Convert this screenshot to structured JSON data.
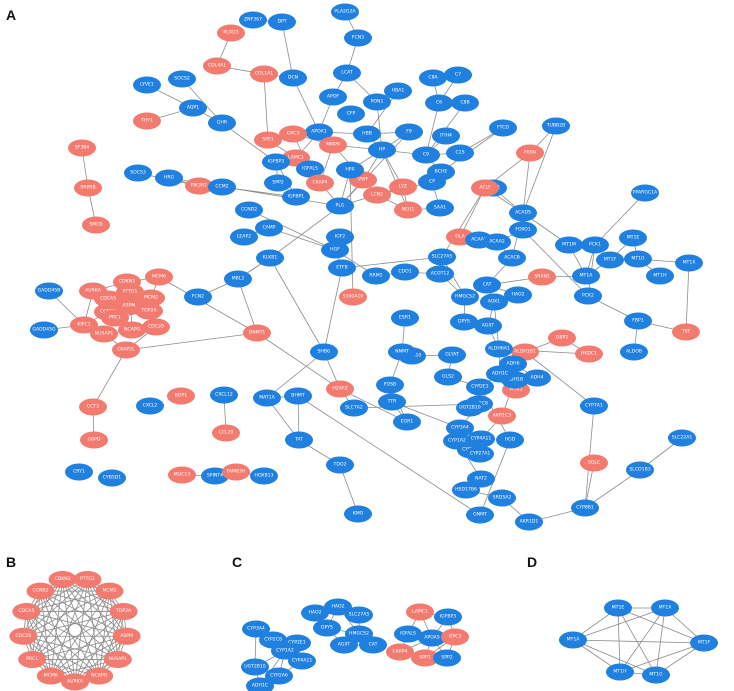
{
  "panels": [
    {
      "id": "A",
      "label": "A"
    },
    {
      "id": "B",
      "label": "B"
    },
    {
      "id": "C",
      "label": "C"
    },
    {
      "id": "D",
      "label": "D"
    }
  ],
  "colors": {
    "upregulated": "#f27a6f",
    "downregulated": "#1f80e0",
    "edge": "#8c8c8c",
    "background": "#ffffff"
  },
  "nodes": [
    {
      "id": "ZNF367",
      "label": "ZNF367",
      "color": "blue"
    },
    {
      "id": "PLOD3",
      "label": "PLOD3",
      "color": "red"
    },
    {
      "id": "DPT",
      "label": "DPT",
      "color": "blue"
    },
    {
      "id": "PLA2G2A",
      "label": "PLA2G2A",
      "color": "blue"
    },
    {
      "id": "COL4A1",
      "label": "COL4A1",
      "color": "red"
    },
    {
      "id": "COL1A1",
      "label": "COL1A1",
      "color": "red"
    },
    {
      "id": "DCN",
      "label": "DCN",
      "color": "blue"
    },
    {
      "id": "FCN3",
      "label": "FCN3",
      "color": "blue"
    },
    {
      "id": "LCAT",
      "label": "LCAT",
      "color": "blue"
    },
    {
      "id": "C8A",
      "label": "C8A",
      "color": "blue"
    },
    {
      "id": "C7",
      "label": "C7",
      "color": "blue"
    },
    {
      "id": "LYVE1",
      "label": "LYVE1",
      "color": "blue"
    },
    {
      "id": "SOCS2",
      "label": "SOCS2",
      "color": "blue"
    },
    {
      "id": "APOF",
      "label": "APOF",
      "color": "blue"
    },
    {
      "id": "CFP",
      "label": "CFP",
      "color": "blue"
    },
    {
      "id": "HBA1",
      "label": "HBA1",
      "color": "blue"
    },
    {
      "id": "PON1",
      "label": "PON1",
      "color": "blue"
    },
    {
      "id": "C6",
      "label": "C6",
      "color": "blue"
    },
    {
      "id": "C8B",
      "label": "C8B",
      "color": "blue"
    },
    {
      "id": "THY1",
      "label": "THY1",
      "color": "red"
    },
    {
      "id": "GHR",
      "label": "GHR",
      "color": "blue"
    },
    {
      "id": "AQP1",
      "label": "AQP1",
      "color": "blue"
    },
    {
      "id": "APOA1",
      "label": "APOA1",
      "color": "blue"
    },
    {
      "id": "HBB",
      "label": "HBB",
      "color": "blue"
    },
    {
      "id": "FTCD",
      "label": "FTCD",
      "color": "blue"
    },
    {
      "id": "ITIH4",
      "label": "ITIH4",
      "color": "blue"
    },
    {
      "id": "SPP1",
      "label": "SPP1",
      "color": "red"
    },
    {
      "id": "GPC3",
      "label": "GPC3",
      "color": "red"
    },
    {
      "id": "MMP9",
      "label": "MMP9",
      "color": "red"
    },
    {
      "id": "HP",
      "label": "HP",
      "color": "blue"
    },
    {
      "id": "F9",
      "label": "F9",
      "color": "blue"
    },
    {
      "id": "TUBB2B",
      "label": "TUBB2B",
      "color": "blue"
    },
    {
      "id": "LAMC1",
      "label": "LAMC1",
      "color": "red"
    },
    {
      "id": "IGFBP3",
      "label": "IGFBP3",
      "color": "blue"
    },
    {
      "id": "IGFALS",
      "label": "IGFALS",
      "color": "blue"
    },
    {
      "id": "C9",
      "label": "C9",
      "color": "blue"
    },
    {
      "id": "C1S",
      "label": "C1S",
      "color": "blue"
    },
    {
      "id": "BCHE",
      "label": "BCHE",
      "color": "blue"
    },
    {
      "id": "FASN",
      "label": "FASN",
      "color": "red"
    },
    {
      "id": "SF3B4",
      "label": "SF3B4",
      "color": "red"
    },
    {
      "id": "HRG",
      "label": "HRG",
      "color": "blue"
    },
    {
      "id": "SOCS3",
      "label": "SOCS3",
      "color": "blue"
    },
    {
      "id": "PIK3R2",
      "label": "PIK3R2",
      "color": "red"
    },
    {
      "id": "VWF",
      "label": "VWF",
      "color": "red"
    },
    {
      "id": "HPX",
      "label": "HPX",
      "color": "blue"
    },
    {
      "id": "CKAP4",
      "label": "CKAP4",
      "color": "red"
    },
    {
      "id": "SPP2",
      "label": "SPP2",
      "color": "blue"
    },
    {
      "id": "IGFBP1",
      "label": "IGFBP1",
      "color": "blue"
    },
    {
      "id": "CCM2",
      "label": "CCM2",
      "color": "blue"
    },
    {
      "id": "LYZ",
      "label": "LYZ",
      "color": "red"
    },
    {
      "id": "NEU1",
      "label": "NEU1",
      "color": "red"
    },
    {
      "id": "LCN2",
      "label": "LCN2",
      "color": "red"
    },
    {
      "id": "CP",
      "label": "CP",
      "color": "blue"
    },
    {
      "id": "SAA1",
      "label": "SAA1",
      "color": "blue"
    },
    {
      "id": "ACSL1",
      "label": "ACSL1",
      "color": "blue"
    },
    {
      "id": "ACADS",
      "label": "ACADS",
      "color": "blue"
    },
    {
      "id": "SRPRB",
      "label": "SRPRB",
      "color": "red"
    },
    {
      "id": "PLG",
      "label": "PLG",
      "color": "blue"
    },
    {
      "id": "GLA",
      "label": "GLA",
      "color": "red"
    },
    {
      "id": "ACLY",
      "label": "ACLY",
      "color": "red"
    },
    {
      "id": "SLC27A5",
      "label": "SLC27A5",
      "color": "blue"
    },
    {
      "id": "CCND2",
      "label": "CCND2",
      "color": "blue"
    },
    {
      "id": "SMG5",
      "label": "SMG5",
      "color": "red"
    },
    {
      "id": "CDKN3",
      "label": "CDKN3",
      "color": "red"
    },
    {
      "id": "MCM6",
      "label": "MCM6",
      "color": "red"
    },
    {
      "id": "AURKA",
      "label": "AURKA",
      "color": "red"
    },
    {
      "id": "PTTG1",
      "label": "PTTG1",
      "color": "red"
    },
    {
      "id": "MCM2",
      "label": "MCM2",
      "color": "red"
    },
    {
      "id": "CDCA5",
      "label": "CDCA5",
      "color": "red"
    },
    {
      "id": "ASPM",
      "label": "ASPM",
      "color": "red"
    },
    {
      "id": "TOP2A",
      "label": "TOP2A",
      "color": "red"
    },
    {
      "id": "CCNB2",
      "label": "CCNB2",
      "color": "red"
    },
    {
      "id": "KIFC1",
      "label": "KIFC1",
      "color": "red"
    },
    {
      "id": "NCAPG",
      "label": "NCAPG",
      "color": "red"
    },
    {
      "id": "CDC20",
      "label": "CDC20",
      "color": "red"
    },
    {
      "id": "NUSAP1",
      "label": "NUSAP1",
      "color": "red"
    },
    {
      "id": "CKAP2L",
      "label": "CKAP2L",
      "color": "red"
    },
    {
      "id": "PRC1",
      "label": "PRC1",
      "color": "red"
    },
    {
      "id": "GADD45B",
      "label": "GADD45B",
      "color": "blue"
    },
    {
      "id": "GADD45G",
      "label": "GADD45G",
      "color": "blue"
    },
    {
      "id": "CCT3",
      "label": "CCT3",
      "color": "red"
    },
    {
      "id": "G6PD",
      "label": "G6PD",
      "color": "red"
    },
    {
      "id": "DNMT1",
      "label": "DNMT1",
      "color": "red"
    },
    {
      "id": "BOP1",
      "label": "BOP1",
      "color": "red"
    },
    {
      "id": "CXCL2",
      "label": "CXCL2",
      "color": "blue"
    },
    {
      "id": "CXCL12",
      "label": "CXCL12",
      "color": "blue"
    },
    {
      "id": "CCL20",
      "label": "CCL20",
      "color": "red"
    },
    {
      "id": "H2AFZ",
      "label": "H2AFZ",
      "color": "red"
    },
    {
      "id": "S100A10",
      "label": "S100A10",
      "color": "red"
    },
    {
      "id": "CRY1",
      "label": "CRY1",
      "color": "blue"
    },
    {
      "id": "CYB5D1",
      "label": "CYB5D1",
      "color": "blue"
    },
    {
      "id": "MUC13",
      "label": "MUC13",
      "color": "red"
    },
    {
      "id": "SPINT4",
      "label": "SPINT4",
      "color": "blue"
    },
    {
      "id": "FAM83H",
      "label": "FAM83H",
      "color": "red"
    },
    {
      "id": "HOXB13",
      "label": "HOXB13",
      "color": "blue"
    },
    {
      "id": "TAT",
      "label": "TAT",
      "color": "blue"
    },
    {
      "id": "TDO2",
      "label": "TDO2",
      "color": "blue"
    },
    {
      "id": "KMO",
      "label": "KMO",
      "color": "blue"
    },
    {
      "id": "MAT1A",
      "label": "MAT1A",
      "color": "blue"
    },
    {
      "id": "BHMT",
      "label": "BHMT",
      "color": "blue"
    },
    {
      "id": "SLC7A2",
      "label": "SLC7A2",
      "color": "blue"
    },
    {
      "id": "ETFB",
      "label": "ETFB",
      "color": "blue"
    },
    {
      "id": "IGF2",
      "label": "IGF2",
      "color": "blue"
    },
    {
      "id": "AKR1C3",
      "label": "AKR1C3",
      "color": "red"
    },
    {
      "id": "ALDH1B1",
      "label": "ALDH1B1",
      "color": "red"
    },
    {
      "id": "ALDH6A1",
      "label": "ALDH6A1",
      "color": "blue"
    },
    {
      "id": "GBP2",
      "label": "GBP2",
      "color": "red"
    },
    {
      "id": "HKDC1",
      "label": "HKDC1",
      "color": "red"
    },
    {
      "id": "TKT",
      "label": "TKT",
      "color": "red"
    },
    {
      "id": "PITX1",
      "label": "PITX1",
      "color": "red"
    },
    {
      "id": "SQLE",
      "label": "SQLE",
      "color": "red"
    },
    {
      "id": "SRXN1",
      "label": "SRXN1",
      "color": "red"
    },
    {
      "id": "CYP2E1",
      "label": "CYP2E1",
      "color": "blue"
    },
    {
      "id": "CYP2C8",
      "label": "CYP2C8",
      "color": "blue"
    },
    {
      "id": "CYP3A4",
      "label": "CYP3A4",
      "color": "blue"
    },
    {
      "id": "CYP1A2",
      "label": "CYP1A2",
      "color": "blue"
    },
    {
      "id": "CYP2A6",
      "label": "CYP2A6",
      "color": "blue"
    },
    {
      "id": "CYP4A11",
      "label": "CYP4A11",
      "color": "blue"
    },
    {
      "id": "UGT2B10",
      "label": "UGT2B10",
      "color": "blue"
    },
    {
      "id": "ADH1B",
      "label": "ADH1B",
      "color": "blue"
    },
    {
      "id": "ADH4",
      "label": "ADH4",
      "color": "blue"
    },
    {
      "id": "ADH6",
      "label": "ADH6",
      "color": "blue"
    },
    {
      "id": "ADH1C",
      "label": "ADH1C",
      "color": "blue"
    },
    {
      "id": "AOX1",
      "label": "AOX1",
      "color": "blue"
    },
    {
      "id": "CAT",
      "label": "CAT",
      "color": "blue"
    },
    {
      "id": "HAO2",
      "label": "HAO2",
      "color": "blue"
    },
    {
      "id": "AGXT",
      "label": "AGXT",
      "color": "blue"
    },
    {
      "id": "DPYS",
      "label": "DPYS",
      "color": "blue"
    },
    {
      "id": "HMGCS2",
      "label": "HMGCS2",
      "color": "blue"
    },
    {
      "id": "ACAA1",
      "label": "ACAA1",
      "color": "blue"
    },
    {
      "id": "ACAA2",
      "label": "ACAA2",
      "color": "blue"
    },
    {
      "id": "ACACB",
      "label": "ACACB",
      "color": "blue"
    },
    {
      "id": "FOXO1",
      "label": "FOXO1",
      "color": "blue"
    },
    {
      "id": "MT1M",
      "label": "MT1M",
      "color": "blue"
    },
    {
      "id": "MT1E",
      "label": "MT1E",
      "color": "blue"
    },
    {
      "id": "MT1F",
      "label": "MT1F",
      "color": "blue"
    },
    {
      "id": "MT1G",
      "label": "MT1G",
      "color": "blue"
    },
    {
      "id": "MT1H",
      "label": "MT1H",
      "color": "blue"
    },
    {
      "id": "MT1X",
      "label": "MT1X",
      "color": "blue"
    },
    {
      "id": "MT1A",
      "label": "MT1A",
      "color": "blue"
    },
    {
      "id": "PCK1",
      "label": "PCK1",
      "color": "blue"
    },
    {
      "id": "PCK2",
      "label": "PCK2",
      "color": "blue"
    },
    {
      "id": "PPARGC1A",
      "label": "PPARGC1A",
      "color": "blue"
    },
    {
      "id": "FBP1",
      "label": "FBP1",
      "color": "blue"
    },
    {
      "id": "ALDOB",
      "label": "ALDOB",
      "color": "blue"
    },
    {
      "id": "SLC22A1",
      "label": "SLC22A1",
      "color": "blue"
    },
    {
      "id": "SLCO1B3",
      "label": "SLCO1B3",
      "color": "blue"
    },
    {
      "id": "CYP8B1",
      "label": "CYP8B1",
      "color": "blue"
    },
    {
      "id": "AKR1D1",
      "label": "AKR1D1",
      "color": "blue"
    },
    {
      "id": "CYP7A1",
      "label": "CYP7A1",
      "color": "blue"
    },
    {
      "id": "HSD17B6",
      "label": "HSD17B6",
      "color": "blue"
    },
    {
      "id": "SRD5A2",
      "label": "SRD5A2",
      "color": "blue"
    },
    {
      "id": "NAT2",
      "label": "NAT2",
      "color": "blue"
    },
    {
      "id": "GNMT",
      "label": "GNMT",
      "color": "blue"
    },
    {
      "id": "HGD",
      "label": "HGD",
      "color": "blue"
    },
    {
      "id": "GLS2",
      "label": "GLS2",
      "color": "blue"
    },
    {
      "id": "GLYAT",
      "label": "GLYAT",
      "color": "blue"
    },
    {
      "id": "ANXA10",
      "label": "ANXA10",
      "color": "blue"
    },
    {
      "id": "SHBG",
      "label": "SHBG",
      "color": "blue"
    },
    {
      "id": "FCN2",
      "label": "FCN2",
      "color": "blue"
    },
    {
      "id": "MBL2",
      "label": "MBL2",
      "color": "blue"
    },
    {
      "id": "KLKB1",
      "label": "KLKB1",
      "color": "blue"
    },
    {
      "id": "CAMP",
      "label": "CAMP",
      "color": "blue"
    },
    {
      "id": "LEAP2",
      "label": "LEAP2",
      "color": "blue"
    },
    {
      "id": "RRM2",
      "label": "RRM2",
      "color": "blue"
    },
    {
      "id": "CDO1",
      "label": "CDO1",
      "color": "blue"
    },
    {
      "id": "ACOT12",
      "label": "ACOT12",
      "color": "blue"
    },
    {
      "id": "HGF",
      "label": "HGF",
      "color": "blue"
    },
    {
      "id": "ESR1",
      "label": "ESR1",
      "color": "blue"
    },
    {
      "id": "NNMT",
      "label": "NNMT",
      "color": "blue"
    },
    {
      "id": "FOSB",
      "label": "FOSB",
      "color": "blue"
    },
    {
      "id": "EGR1",
      "label": "EGR1",
      "color": "blue"
    },
    {
      "id": "TTR",
      "label": "TTR",
      "color": "blue"
    },
    {
      "id": "CYP27A1",
      "label": "CYP27A1",
      "color": "blue"
    }
  ],
  "panel_b_nodes": [
    {
      "label": "PTTG1"
    },
    {
      "label": "MCM2"
    },
    {
      "label": "TOP2A"
    },
    {
      "label": "ASPM"
    },
    {
      "label": "NUSAP1"
    },
    {
      "label": "NCAPG"
    },
    {
      "label": "AURKA"
    },
    {
      "label": "MCM6"
    },
    {
      "label": "PRC1"
    },
    {
      "label": "CDC20"
    },
    {
      "label": "CDCA5"
    },
    {
      "label": "CCNB2"
    },
    {
      "label": "CDKN3"
    }
  ],
  "panel_c_nodes": [
    {
      "label": "HAO2",
      "color": "blue"
    },
    {
      "label": "HAO2",
      "color": "blue"
    },
    {
      "label": "SLC27A5",
      "color": "blue"
    },
    {
      "label": "DPYS",
      "color": "blue"
    },
    {
      "label": "HMGCS2",
      "color": "blue"
    },
    {
      "label": "AGXT",
      "color": "blue"
    },
    {
      "label": "CAT",
      "color": "blue"
    },
    {
      "label": "CYP3A4",
      "color": "blue"
    },
    {
      "label": "CYP2C8",
      "color": "blue"
    },
    {
      "label": "CYP2E1",
      "color": "blue"
    },
    {
      "label": "UGT2B10",
      "color": "blue"
    },
    {
      "label": "CYP1A2",
      "color": "blue"
    },
    {
      "label": "ADH1C",
      "color": "blue"
    },
    {
      "label": "CYP4A11",
      "color": "blue"
    },
    {
      "label": "CYP2A6",
      "color": "blue"
    },
    {
      "label": "LAMC1",
      "color": "red"
    },
    {
      "label": "IGFBP3",
      "color": "blue"
    },
    {
      "label": "IGFALS",
      "color": "blue"
    },
    {
      "label": "APOA5",
      "color": "blue"
    },
    {
      "label": "GPC3",
      "color": "red"
    },
    {
      "label": "CKAP4",
      "color": "red"
    },
    {
      "label": "SPP1",
      "color": "red"
    },
    {
      "label": "SPP2",
      "color": "blue"
    }
  ],
  "panel_d_nodes": [
    {
      "label": "MT1E"
    },
    {
      "label": "MT1X"
    },
    {
      "label": "MT1A"
    },
    {
      "label": "MT1F"
    },
    {
      "label": "MT1H"
    },
    {
      "label": "MT1G"
    }
  ]
}
